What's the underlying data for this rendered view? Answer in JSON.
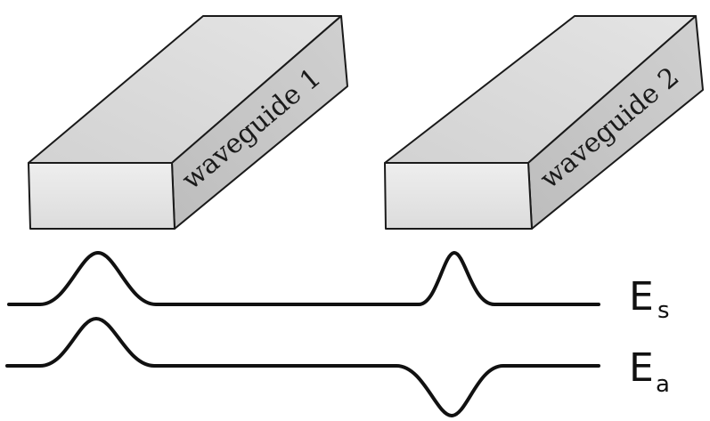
{
  "colors": {
    "stroke": "#1a1a1a",
    "front_face": "#e8e8e8",
    "top_face": "#d6d6d6",
    "side_face": "#c4c4c4",
    "mode_line": "#111111"
  },
  "waveguides": [
    {
      "label": "waveguide 1"
    },
    {
      "label": "waveguide 2"
    }
  ],
  "modes": [
    {
      "symbol": "E",
      "subscript": "s",
      "waveguide_2_peak": "positive"
    },
    {
      "symbol": "E",
      "subscript": "a",
      "waveguide_2_peak": "negative"
    }
  ]
}
